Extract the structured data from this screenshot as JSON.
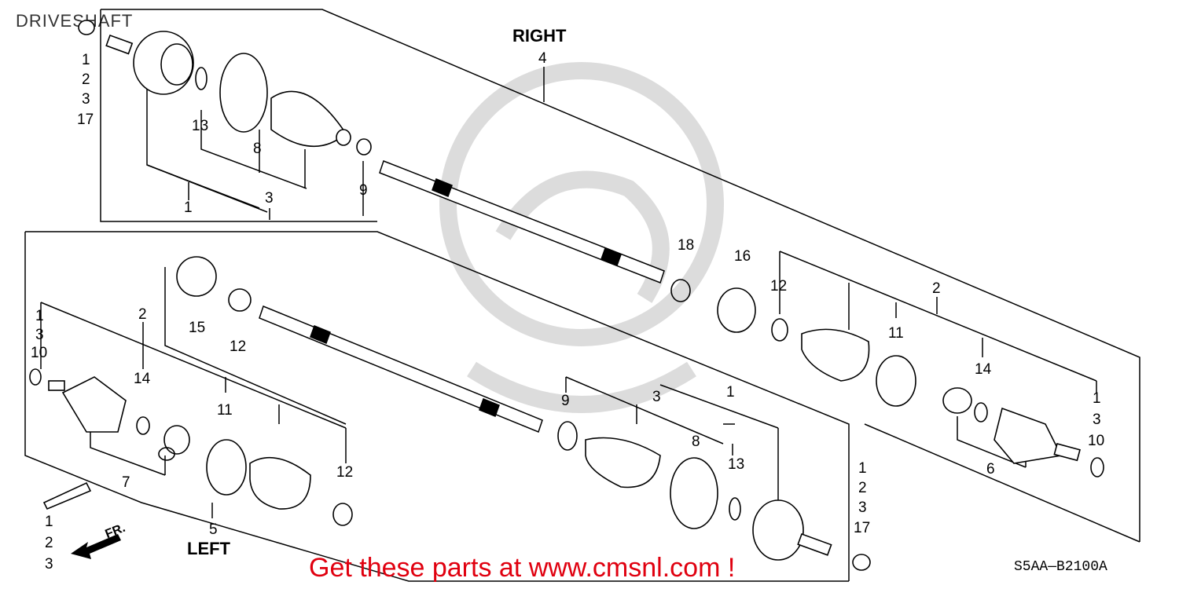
{
  "header": {
    "title": "DRIVESHAFT"
  },
  "labels": {
    "right": "RIGHT",
    "left": "LEFT",
    "front": "FR."
  },
  "promo": {
    "text": "Get these parts at www.cmsnl.com !"
  },
  "diagram_code": "S5AA—B2100A",
  "colors": {
    "line": "#000000",
    "promo": "#e0000f",
    "watermark": "#d9d9d9"
  },
  "callouts": {
    "r_left_stack": [
      "1",
      "2",
      "3",
      "17"
    ],
    "r_13": "13",
    "r_8": "8",
    "r_3": "3",
    "r_9": "9",
    "r_1": "1",
    "r_4": "4",
    "r_18": "18",
    "r_16": "16",
    "r_12": "12",
    "r_2": "2",
    "r_11": "11",
    "r_14": "14",
    "r_right_stack": [
      "1",
      "3",
      "10"
    ],
    "r_6": "6",
    "l_left_stack": [
      "1",
      "3",
      "10"
    ],
    "l_2": "2",
    "l_14": "14",
    "l_15": "15",
    "l_12a": "12",
    "l_7": "7",
    "l_11": "11",
    "l_12b": "12",
    "l_5": "5",
    "l_tube_stack": [
      "1",
      "2",
      "3"
    ],
    "l_9": "9",
    "l_3": "3",
    "l_1": "1",
    "l_8": "8",
    "l_13": "13",
    "l_right_stack": [
      "1",
      "2",
      "3",
      "17"
    ]
  }
}
